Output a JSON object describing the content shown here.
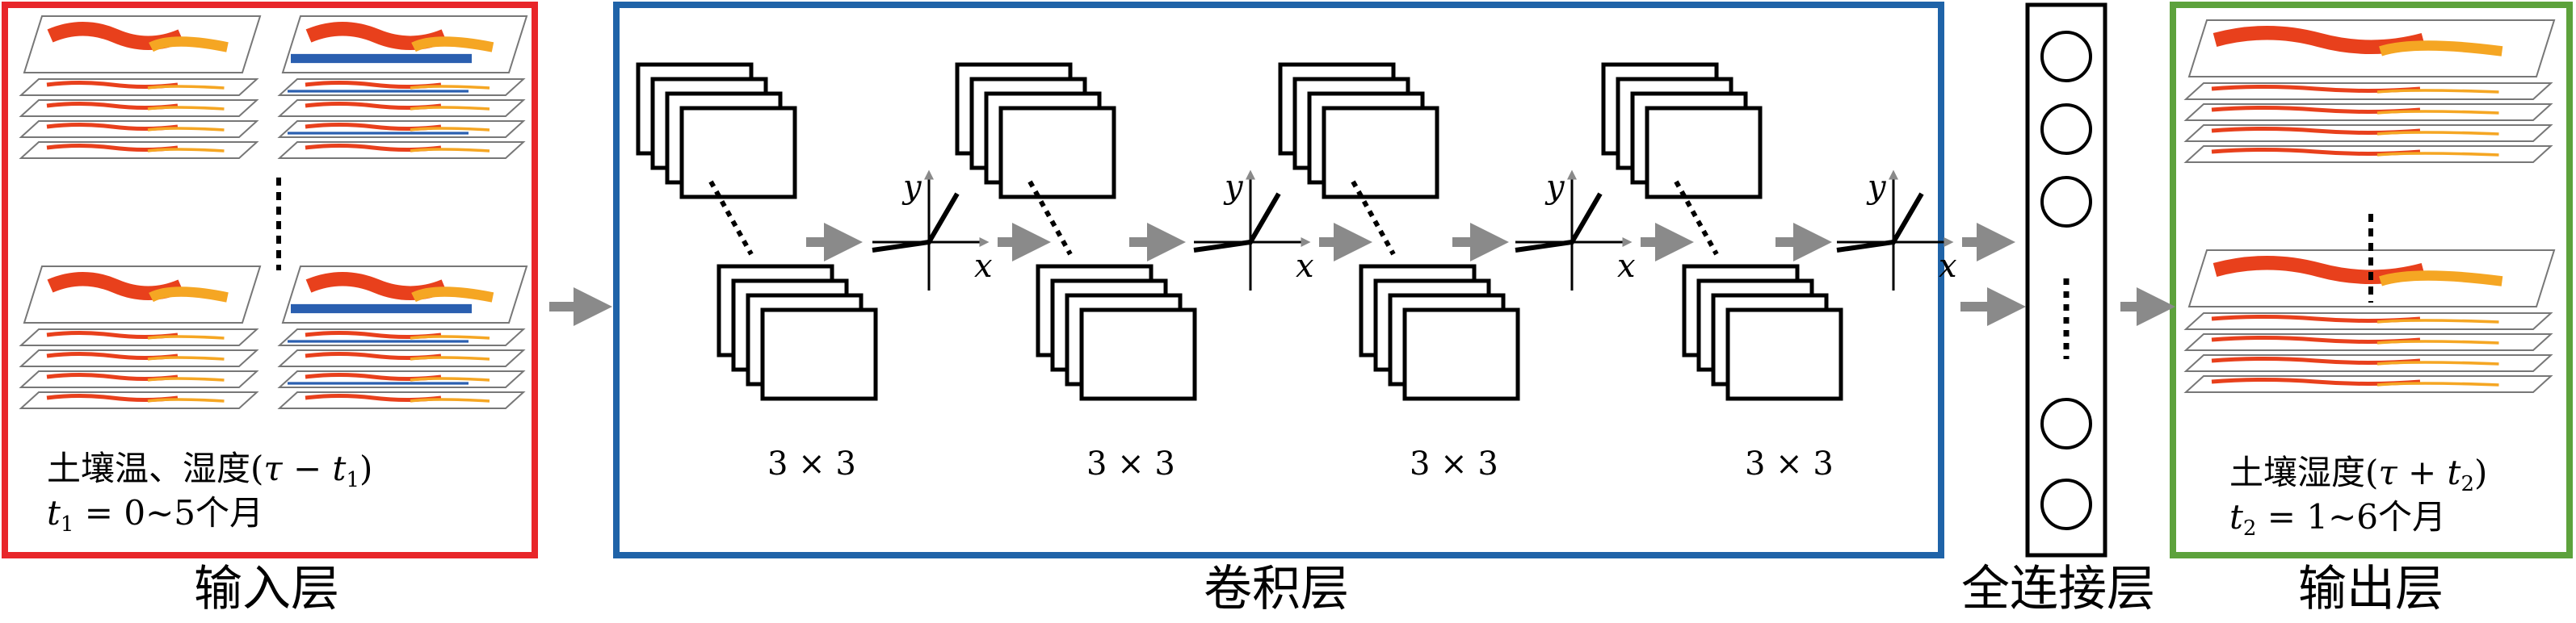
{
  "input": {
    "label": "输入层",
    "desc_line1_prefix": "土壤温、湿度(",
    "desc_line1_tau": "τ",
    "desc_line1_minus": " − ",
    "desc_line1_t": "t",
    "desc_line1_sub": "1",
    "desc_line1_close": ")",
    "desc_line2_t": "t",
    "desc_line2_sub": "1",
    "desc_line2_rest": " = 0~5个月",
    "border_color": "#e8262a"
  },
  "conv": {
    "label": "卷积层",
    "kernel_labels": [
      "3 × 3",
      "3 × 3",
      "3 × 3",
      "3 × 3"
    ],
    "border_color": "#1f63a8"
  },
  "fc": {
    "label": "全连接层"
  },
  "output": {
    "label": "输出层",
    "desc_line1_prefix": "土壤湿度(",
    "desc_line1_tau": "τ",
    "desc_line1_plus": " + ",
    "desc_line1_t": "t",
    "desc_line1_sub": "2",
    "desc_line1_close": ")",
    "desc_line2_t": "t",
    "desc_line2_sub": "2",
    "desc_line2_rest": " = 1~6个月",
    "border_color": "#5da23c"
  },
  "activation": {
    "y_label": "y",
    "x_label": "x"
  },
  "colors": {
    "arrow": "#8a8a8a",
    "map_hot": "#e8401c",
    "map_warm": "#f5a623",
    "map_cold": "#2a5fb0"
  }
}
